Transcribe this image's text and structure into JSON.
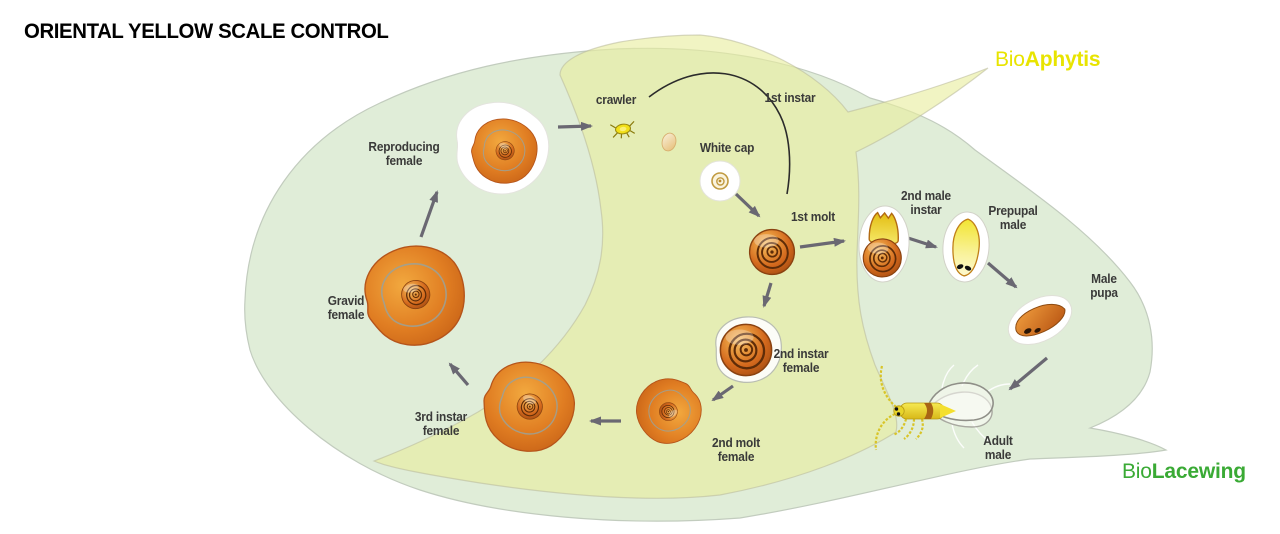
{
  "title": "ORIENTAL YELLOW SCALE CONTROL",
  "brands": {
    "aphytis": {
      "prefix": "Bio",
      "name": "Aphytis"
    },
    "lacewing": {
      "prefix": "Bio",
      "name": "Lacewing"
    }
  },
  "stages": {
    "reproducing_female": "Reproducing\nfemale",
    "crawler": "crawler",
    "first_instar": "1st instar",
    "white_cap": "White cap",
    "first_molt": "1st molt",
    "second_male_instar": "2nd male\ninstar",
    "prepupal_male": "Prepupal\nmale",
    "male_pupa": "Male\npupa",
    "adult_male": "Adult\nmale",
    "second_instar_female": "2nd instar\nfemale",
    "second_molt_female": "2nd molt\nfemale",
    "third_instar_female": "3rd instar\nfemale",
    "gravid_female": "Gravid\nfemale"
  },
  "colors": {
    "bio_aphytis_text": "#e8e400",
    "bio_lacewing_text": "#3aaa35",
    "lacewing_zone_green": "#e0edd8",
    "aphytis_zone_yellow": "#eaefa6",
    "scale_insect_orange": "#d96f1f",
    "label_text": "#3a3a39",
    "arrow_gray": "#6a6872",
    "title_text": "#000000"
  }
}
